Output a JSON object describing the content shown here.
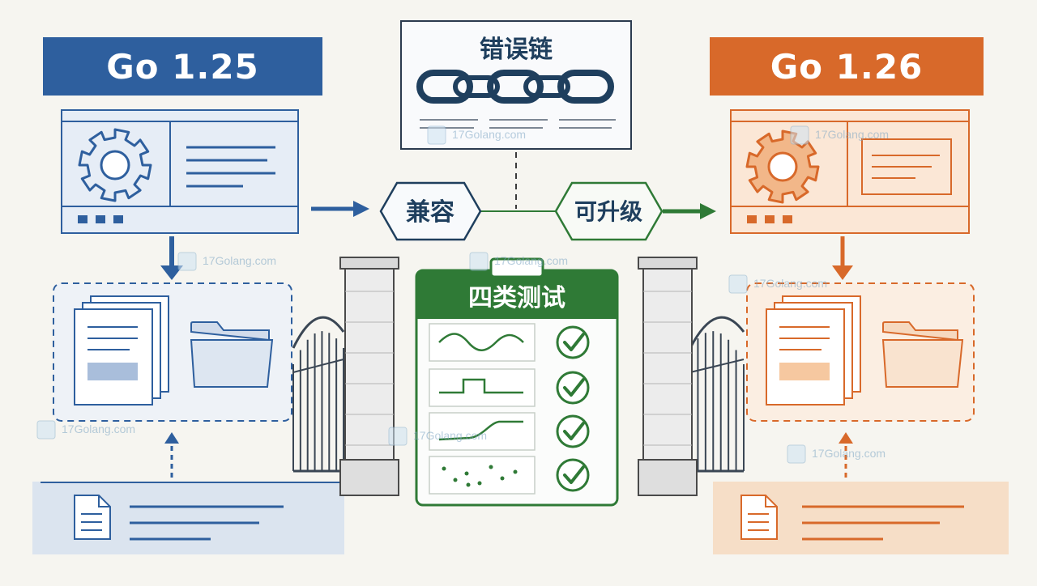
{
  "left_version": {
    "label": "Go 1.25",
    "color": "#2e5f9e"
  },
  "right_version": {
    "label": "Go 1.26",
    "color": "#d8692a"
  },
  "error_chain": {
    "title": "错误链"
  },
  "compatible_label": "兼容",
  "upgradable_label": "可升级",
  "tests": {
    "title": "四类测试",
    "color": "#2f7a36",
    "rows": [
      "wave-test",
      "step-test",
      "ramp-test",
      "scatter-test"
    ]
  },
  "watermark": "17Golang.com",
  "icons": [
    "gear-icon",
    "document-stack-icon",
    "folder-icon",
    "file-icon",
    "chain-icon",
    "checkmark-icon",
    "gate-icon"
  ]
}
